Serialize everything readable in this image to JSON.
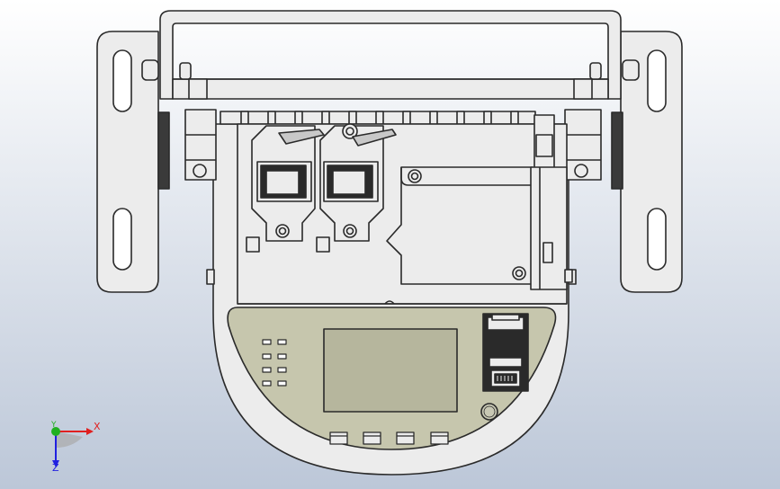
{
  "colors": {
    "background_top": "#ffffff",
    "background_bottom": "#bcc7d8",
    "body_fill": "#ececec",
    "panel_fill": "#c6c6ad",
    "display_fill": "#b6b69d",
    "outline": "#2a2a2a",
    "x_axis": "#e02020",
    "y_axis": "#20b020",
    "z_axis": "#2020e0"
  },
  "triad": {
    "x_label": "X",
    "y_label": "Y",
    "z_label": "Z"
  },
  "icons": [
    "coordinate-triad-icon"
  ]
}
